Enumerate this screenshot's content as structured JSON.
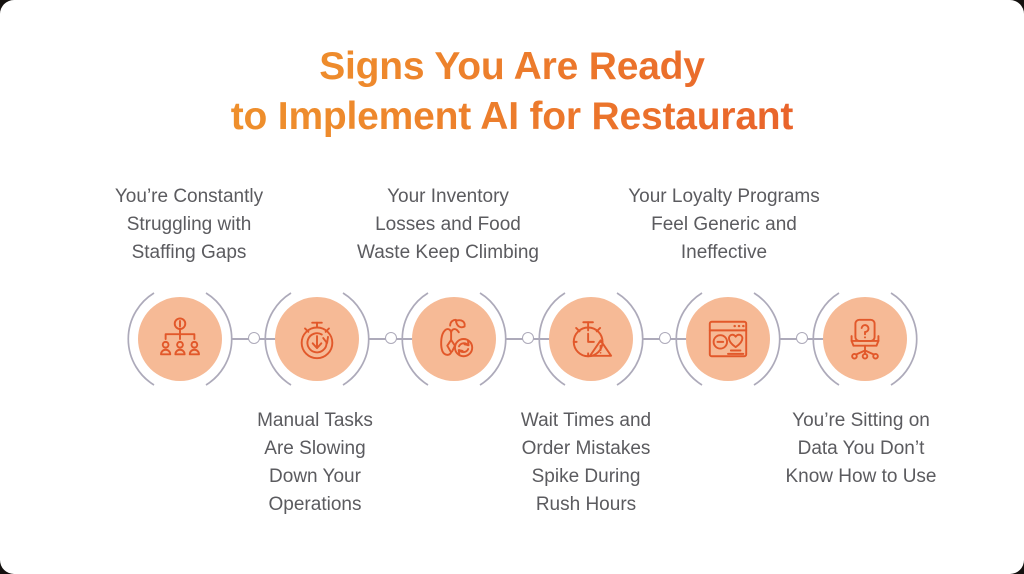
{
  "title": "Signs You Are Ready\nto Implement AI for Restaurant",
  "colors": {
    "title_gradient_start": "#F0992E",
    "title_gradient_end": "#E5512A",
    "icon_disc": "#F6BA96",
    "icon_stroke": "#E2582A",
    "ring": "#ADAABA",
    "label_text": "#5B5B5F",
    "background": "#FFFFFF"
  },
  "top_labels": [
    {
      "text": "You’re Constantly\nStruggling with\nStaffing Gaps"
    },
    {
      "text": "Your Inventory\nLosses and Food\nWaste Keep Climbing"
    },
    {
      "text": "Your Loyalty Programs\nFeel Generic and\nIneffective"
    }
  ],
  "bottom_labels": [
    {
      "text": "Manual Tasks\nAre Slowing\nDown Your\nOperations"
    },
    {
      "text": "Wait Times and\nOrder Mistakes\nSpike During\nRush Hours"
    },
    {
      "text": "You’re Sitting on\nData You Don’t\nKnow How to Use"
    }
  ],
  "nodes": [
    {
      "icon": "org-chart-staffing-icon"
    },
    {
      "icon": "stopwatch-down-arrow-icon"
    },
    {
      "icon": "apple-core-recycle-icon"
    },
    {
      "icon": "stopwatch-warning-icon"
    },
    {
      "icon": "browser-heart-loyalty-icon"
    },
    {
      "icon": "office-chair-question-icon"
    }
  ],
  "connectors": [
    {
      "name": "connector-1"
    },
    {
      "name": "connector-2"
    },
    {
      "name": "connector-3"
    },
    {
      "name": "connector-4"
    },
    {
      "name": "connector-5"
    }
  ]
}
